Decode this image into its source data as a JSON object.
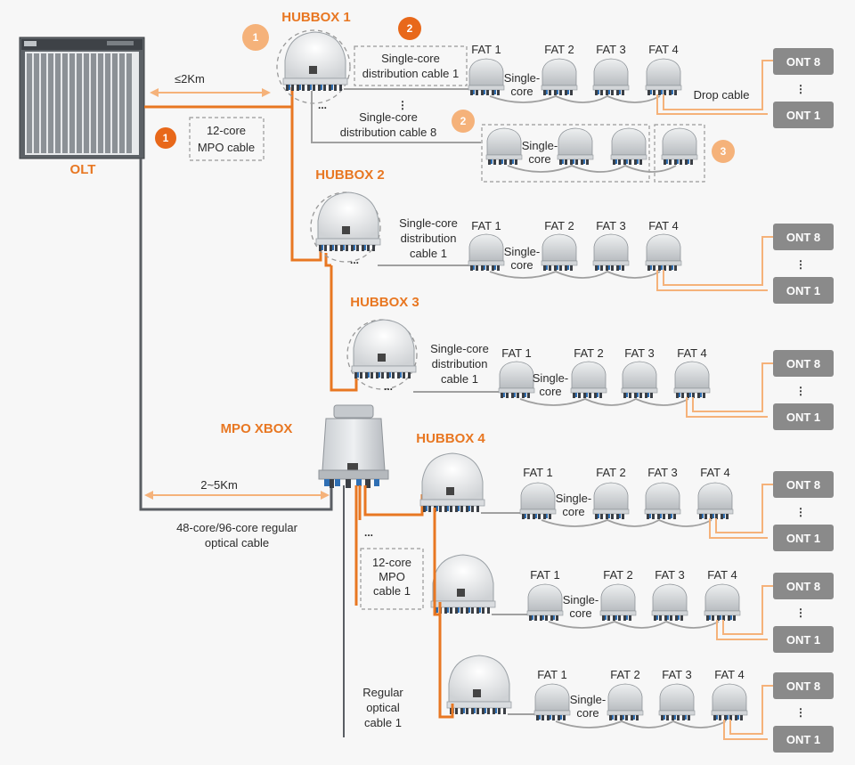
{
  "olt": {
    "label": "OLT"
  },
  "mpo_xbox": {
    "label": "MPO XBOX"
  },
  "hubboxes": [
    {
      "label": "HUBBOX 1"
    },
    {
      "label": "HUBBOX 2"
    },
    {
      "label": "HUBBOX 3"
    },
    {
      "label": "HUBBOX 4"
    }
  ],
  "distances": {
    "short": "≤2Km",
    "long": "2~5Km"
  },
  "cables": {
    "mpo_12_l1": "12-core",
    "mpo_12_l2": "MPO cable",
    "regular_l1": "48-core/96-core regular",
    "regular_l2": "optical cable",
    "dist1_l1": "Single-core",
    "dist1_l2": "distribution cable 1",
    "dist8_l1": "Single-core",
    "dist8_l2": "distribution cable 8",
    "dist_block_l1": "Single-core",
    "dist_block_l2": "distribution",
    "dist_block_l3": "cable 1",
    "xbox_mpo_l1": "12-core",
    "xbox_mpo_l2": "MPO",
    "xbox_mpo_l3": "cable 1",
    "reg_cable_l1": "Regular",
    "reg_cable_l2": "optical",
    "reg_cable_l3": "cable 1",
    "drop_cable": "Drop cable",
    "single_l1": "Single-",
    "single_l2": "core",
    "vdots": "⋮",
    "hdots": "..."
  },
  "fat_labels": [
    "FAT 1",
    "FAT 2",
    "FAT 3",
    "FAT 4"
  ],
  "ont_labels": {
    "top": "ONT 8",
    "bottom": "ONT 1"
  },
  "badges": {
    "b1_olt": "1",
    "b1_hub": "1",
    "b2_hub": "2",
    "b2_fat": "2",
    "b3": "3"
  },
  "colors": {
    "orange": "#e87722",
    "light_orange": "#f5b27a",
    "gray_line": "#9a9a9a",
    "ont_box": "#8a8a8a",
    "badge_dark": "#e8681a",
    "badge_light": "#f5b27a"
  }
}
